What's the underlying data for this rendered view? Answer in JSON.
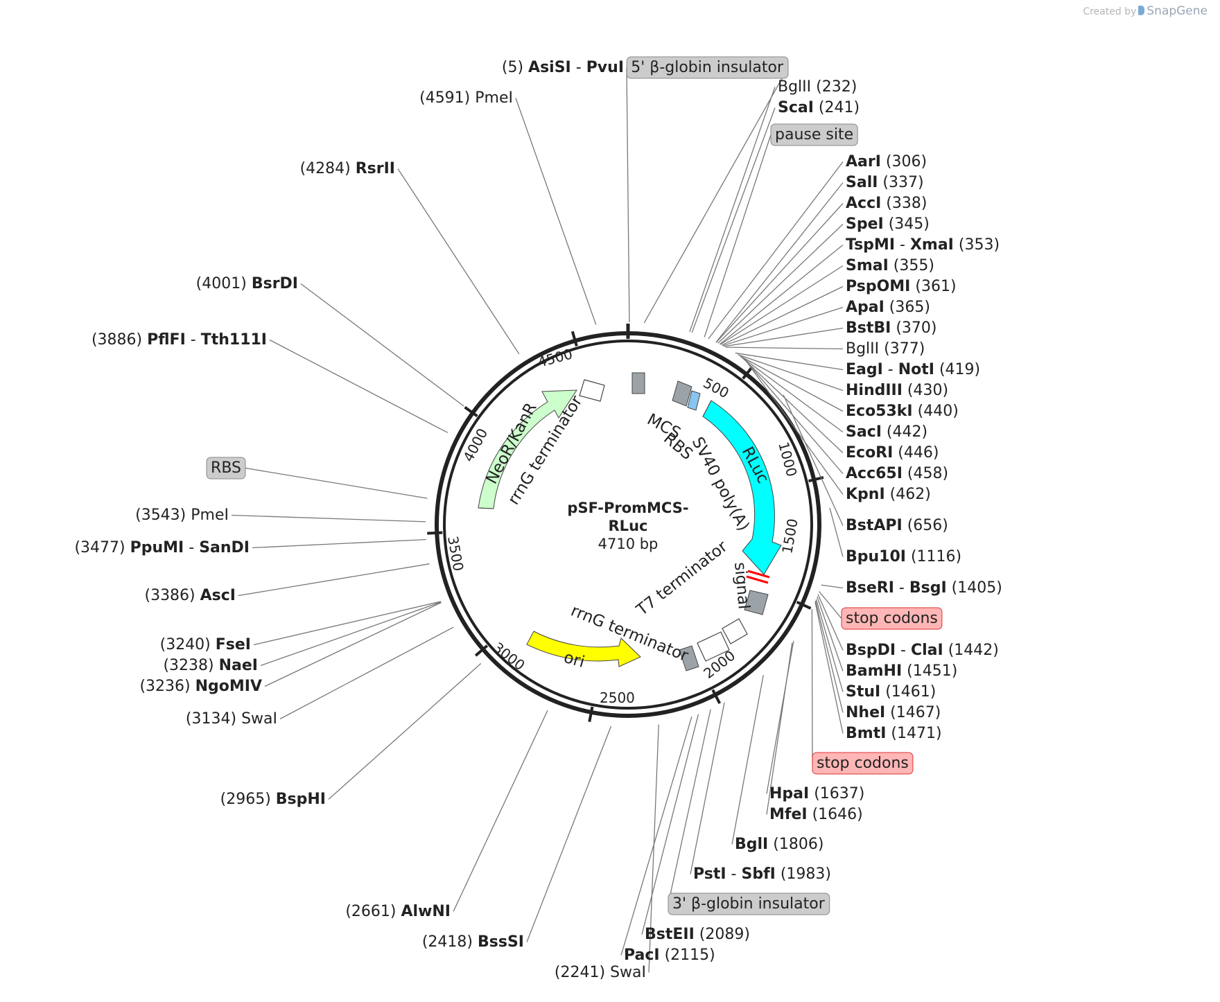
{
  "credit": {
    "prefix": "Created by",
    "brand": "SnapGene"
  },
  "plasmid": {
    "name_line1": "pSF-PromMCS-",
    "name_line2": "RLuc",
    "size": "4710 bp",
    "length": 4710
  },
  "ticks": [
    "500",
    "1000",
    "1500",
    "2000",
    "2500",
    "3000",
    "3500",
    "4000",
    "4500"
  ],
  "features": {
    "mcs": "MCS",
    "rbs_inner": "RBS",
    "sv40": "SV40 poly(A)",
    "signal": "signal",
    "t7": "T7 terminator",
    "rrng_lower": "rrnG terminator",
    "rrng_upper": "rrnG terminator",
    "rluc": "RLuc",
    "ori": "ori",
    "neor": "NeoR/KanR"
  },
  "right_labels": [
    {
      "name": "BglII",
      "pos": "(232)",
      "bold": false
    },
    {
      "name": "ScaI",
      "pos": "(241)",
      "bold": true
    },
    {
      "name": "pause site",
      "box": "gray"
    },
    {
      "name": "AarI",
      "pos": "(306)",
      "bold": true
    },
    {
      "name": "SalI",
      "pos": "(337)",
      "bold": true
    },
    {
      "name": "AccI",
      "pos": "(338)",
      "bold": true
    },
    {
      "name": "SpeI",
      "pos": "(345)",
      "bold": true
    },
    {
      "name": "TspMI",
      "name2": "XmaI",
      "pos": "(353)",
      "bold": true
    },
    {
      "name": "SmaI",
      "pos": "(355)",
      "bold": true
    },
    {
      "name": "PspOMI",
      "pos": "(361)",
      "bold": true
    },
    {
      "name": "ApaI",
      "pos": "(365)",
      "bold": true
    },
    {
      "name": "BstBI",
      "pos": "(370)",
      "bold": true
    },
    {
      "name": "BglII",
      "pos": "(377)",
      "bold": false
    },
    {
      "name": "EagI",
      "name2": "NotI",
      "pos": "(419)",
      "bold": true
    },
    {
      "name": "HindIII",
      "pos": "(430)",
      "bold": true
    },
    {
      "name": "Eco53kI",
      "pos": "(440)",
      "bold": true
    },
    {
      "name": "SacI",
      "pos": "(442)",
      "bold": true
    },
    {
      "name": "EcoRI",
      "pos": "(446)",
      "bold": true
    },
    {
      "name": "Acc65I",
      "pos": "(458)",
      "bold": true
    },
    {
      "name": "KpnI",
      "pos": "(462)",
      "bold": true
    },
    {
      "name": "BstAPI",
      "pos": "(656)",
      "bold": true
    },
    {
      "name": "Bpu10I",
      "pos": "(1116)",
      "bold": true
    },
    {
      "name": "BseRI",
      "name2": "BsgI",
      "pos": "(1405)",
      "bold": true
    },
    {
      "name": "stop codons",
      "box": "red"
    },
    {
      "name": "BspDI",
      "name2": "ClaI",
      "pos": "(1442)",
      "bold": true
    },
    {
      "name": "BamHI",
      "pos": "(1451)",
      "bold": true
    },
    {
      "name": "StuI",
      "pos": "(1461)",
      "bold": true
    },
    {
      "name": "NheI",
      "pos": "(1467)",
      "bold": true
    },
    {
      "name": "BmtI",
      "pos": "(1471)",
      "bold": true
    },
    {
      "name": "stop codons",
      "box": "red"
    },
    {
      "name": "HpaI",
      "pos": "(1637)",
      "bold": true
    },
    {
      "name": "MfeI",
      "pos": "(1646)",
      "bold": true
    },
    {
      "name": "BglI",
      "pos": "(1806)",
      "bold": true
    },
    {
      "name": "PstI",
      "name2": "SbfI",
      "pos": "(1983)",
      "bold": true
    },
    {
      "name": "3' β-globin insulator",
      "box": "gray"
    },
    {
      "name": "BstEII",
      "pos": "(2089)",
      "bold": true
    },
    {
      "name": "PacI",
      "pos": "(2115)",
      "bold": true
    }
  ],
  "left_labels": [
    {
      "name": "AsiSI",
      "name2": "PvuI",
      "pos": "(5)",
      "bold": true
    },
    {
      "name": "5' β-globin insulator",
      "box": "gray"
    },
    {
      "name": "PmeI",
      "pos": "(4591)",
      "bold": false
    },
    {
      "name": "RsrII",
      "pos": "(4284)",
      "bold": true
    },
    {
      "name": "BsrDI",
      "pos": "(4001)",
      "bold": true
    },
    {
      "name": "PflFI",
      "name2": "Tth111I",
      "pos": "(3886)",
      "bold": true
    },
    {
      "name": "RBS",
      "box": "gray"
    },
    {
      "name": "PmeI",
      "pos": "(3543)",
      "bold": false
    },
    {
      "name": "PpuMI",
      "name2": "SanDI",
      "pos": "(3477)",
      "bold": true
    },
    {
      "name": "AscI",
      "pos": "(3386)",
      "bold": true
    },
    {
      "name": "FseI",
      "pos": "(3240)",
      "bold": true
    },
    {
      "name": "NaeI",
      "pos": "(3238)",
      "bold": true
    },
    {
      "name": "NgoMIV",
      "pos": "(3236)",
      "bold": true
    },
    {
      "name": "SwaI",
      "pos": "(3134)",
      "bold": false
    },
    {
      "name": "BspHI",
      "pos": "(2965)",
      "bold": true
    },
    {
      "name": "AlwNI",
      "pos": "(2661)",
      "bold": true
    },
    {
      "name": "BssSI",
      "pos": "(2418)",
      "bold": true
    },
    {
      "name": "SwaI",
      "pos": "(2241)",
      "bold": false
    }
  ],
  "colors": {
    "rluc": "#00ffff",
    "ori": "#ffff00",
    "neor": "#ccffcc",
    "stop": "#ff0000",
    "box_gray": "#cccccc",
    "box_red": "#ffb6b6"
  }
}
